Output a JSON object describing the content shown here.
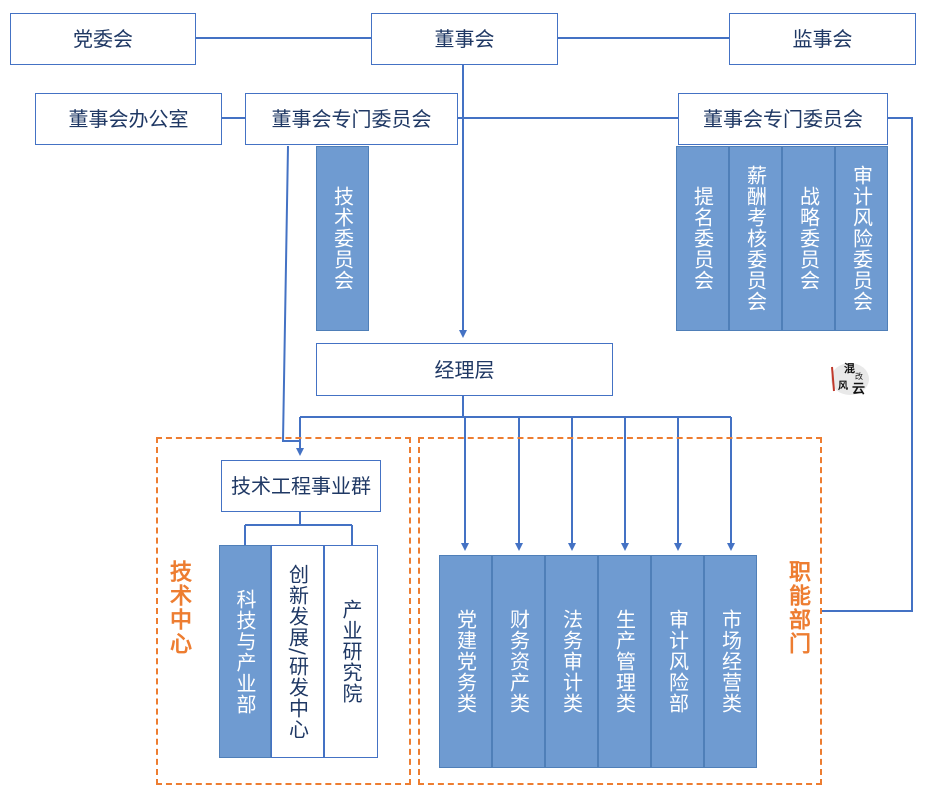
{
  "top": {
    "party": "党委会",
    "board": "董事会",
    "supervisors": "监事会"
  },
  "second": {
    "office": "董事会办公室",
    "committee_left": "董事会专门委员会",
    "committee_right": "董事会专门委员会"
  },
  "tech_committee": "技术委员会",
  "committees": [
    "提名委员会",
    "薪酬考核委员会",
    "战略委员会",
    "审计风险委员会"
  ],
  "management": "经理层",
  "tech_group": "技术工程事业群",
  "tech_units": [
    "科技与产业部",
    "创新发展/研发中心",
    "产业研究院"
  ],
  "functions": [
    "党建党务类",
    "财务资产类",
    "法务审计类",
    "生产管理类",
    "审计风险部",
    "市场经营类"
  ],
  "labels": {
    "tech_center": "技术中心",
    "functional": "职能部门"
  },
  "logo": {
    "text": "混改风云",
    "icon": "mixed-reform-logo-icon"
  },
  "colors": {
    "line": "#4472c4",
    "fill": "#6f9bd1",
    "accent": "#ed7d31"
  }
}
